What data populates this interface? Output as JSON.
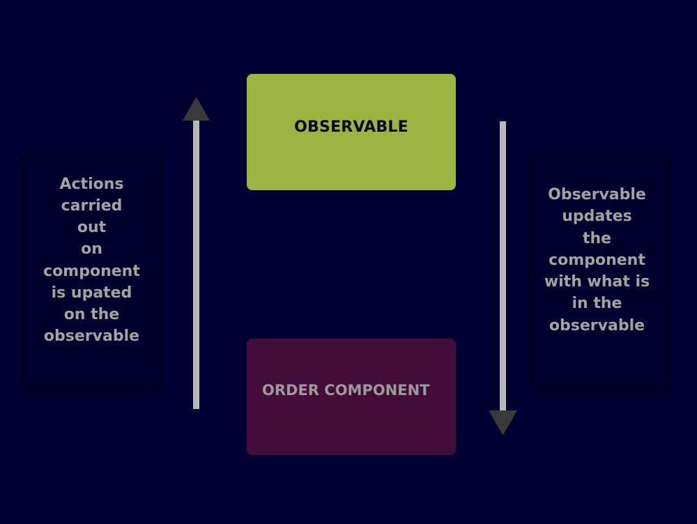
{
  "diagram": {
    "observable": {
      "label": "OBSERVABLE"
    },
    "order_component": {
      "label": "ORDER COMPONENT"
    },
    "left_note": {
      "text": "Actions\ncarried\nout\non\ncomponent\nis upated\non the\nobservable"
    },
    "right_note": {
      "text": "Observable\nupdates\nthe\ncomponent\nwith what is\nin the\nobservable"
    }
  },
  "colors": {
    "background": "#000033",
    "observable_fill": "#9db440",
    "order_fill": "#440c38",
    "arrow_shaft": "#b7b7b5",
    "arrow_head": "#3a3a3a"
  }
}
